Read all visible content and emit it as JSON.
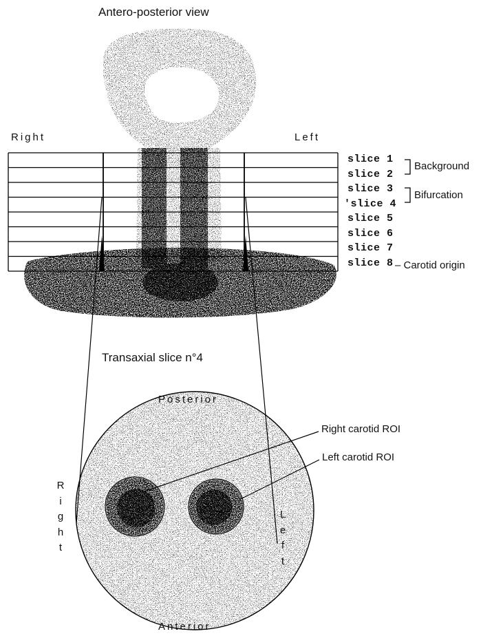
{
  "top_title": "Antero-posterior view",
  "right_label": "Right",
  "left_label": "Left",
  "slices": [
    "slice 1",
    "slice 2",
    "slice 3",
    "'slice 4",
    "slice 5",
    "slice 6",
    "slice 7",
    "slice 8"
  ],
  "groups": {
    "background": "Background",
    "bifurcation": "Bifurcation",
    "carotid_origin": "– Carotid origin"
  },
  "section_title": "Transaxial slice n°4",
  "posterior_label": "Posterior",
  "anterior_label": "Anterior",
  "right_vertical": [
    "R",
    "i",
    "g",
    "h",
    "t"
  ],
  "left_vertical": [
    "L",
    "e",
    "f",
    "t"
  ],
  "roi_labels": {
    "right": "Right carotid ROI",
    "left": "Left carotid ROI"
  }
}
